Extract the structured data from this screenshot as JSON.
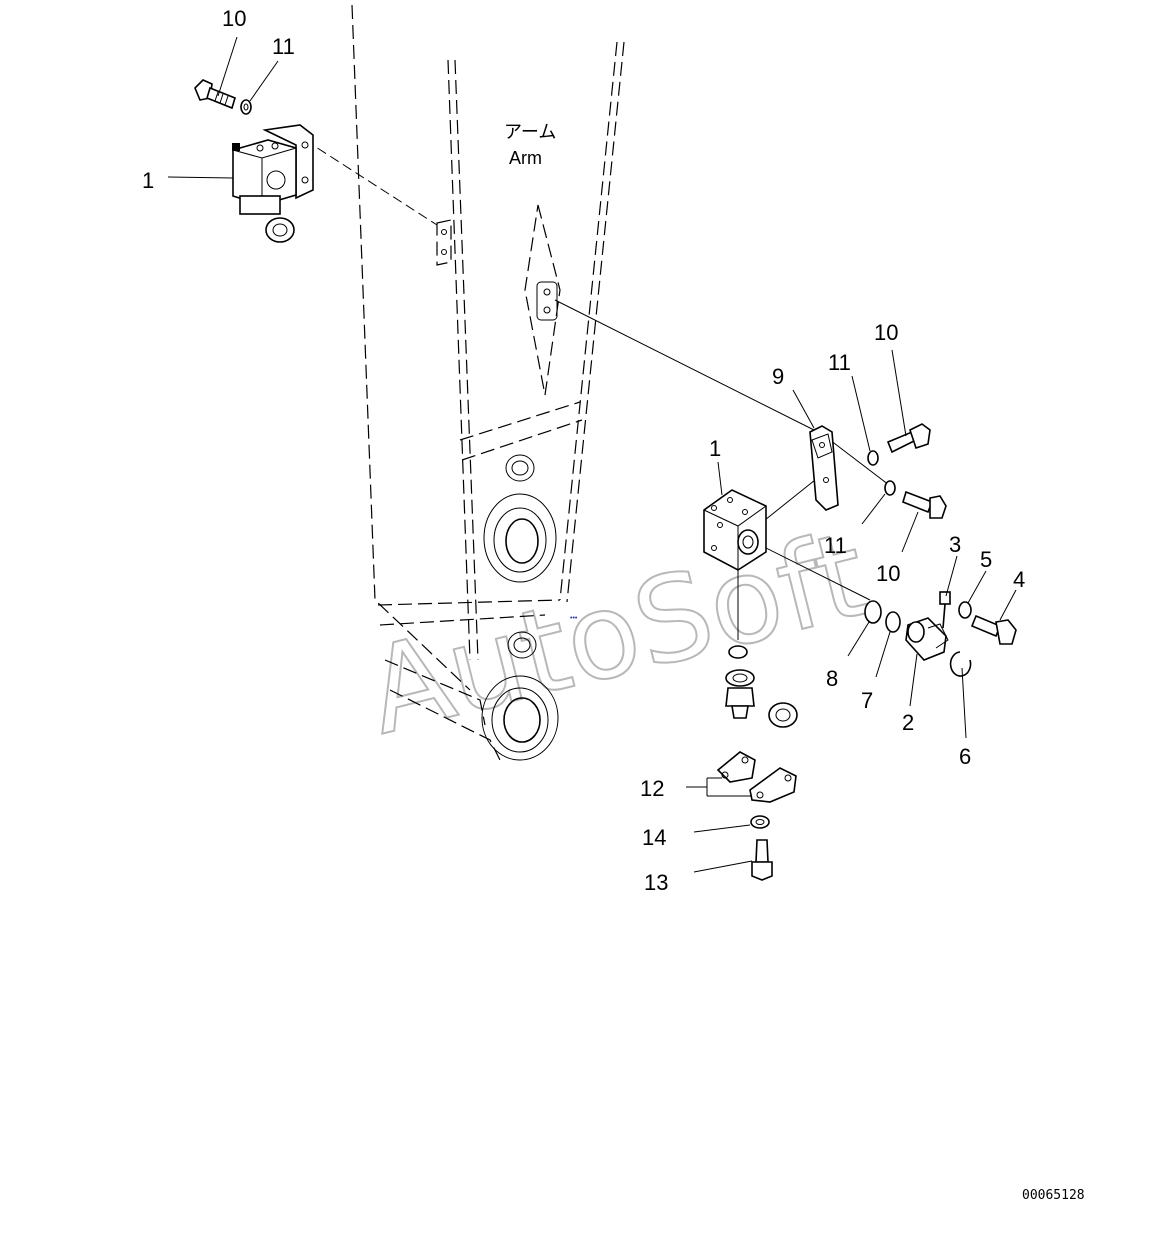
{
  "arm_label": {
    "japanese": "アーム",
    "english": "Arm"
  },
  "callouts": {
    "c1_top": "1",
    "c10_top": "10",
    "c11_top": "11",
    "c1_mid": "1",
    "c9": "9",
    "c11_a": "11",
    "c10_a": "10",
    "c11_b": "11",
    "c10_b": "10",
    "c3": "3",
    "c5": "5",
    "c4": "4",
    "c8": "8",
    "c7": "7",
    "c2": "2",
    "c6": "6",
    "c12": "12",
    "c14": "14",
    "c13": "13"
  },
  "watermark": "AutoSoft",
  "document_number": "00065128"
}
